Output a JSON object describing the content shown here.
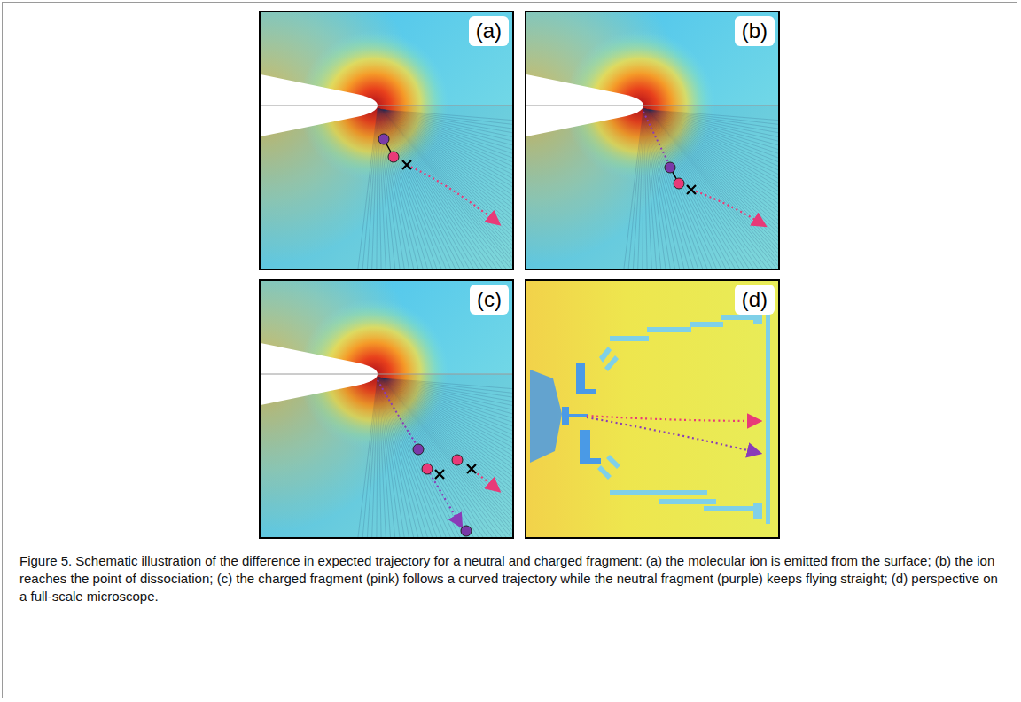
{
  "diagram": {
    "caption": "Figure 5. Schematic illustration of the difference in expected trajectory for a neutral and charged fragment: (a) the molecular ion is emitted from the surface; (b) the ion reaches the point of dissociation; (c) the charged fragment (pink) follows a curved trajectory while the neutral fragment (purple) keeps flying straight; (d) perspective on a full-scale microscope.",
    "labels": [
      "(a)",
      "(b)",
      "(c)",
      "(d)"
    ]
  }
}
